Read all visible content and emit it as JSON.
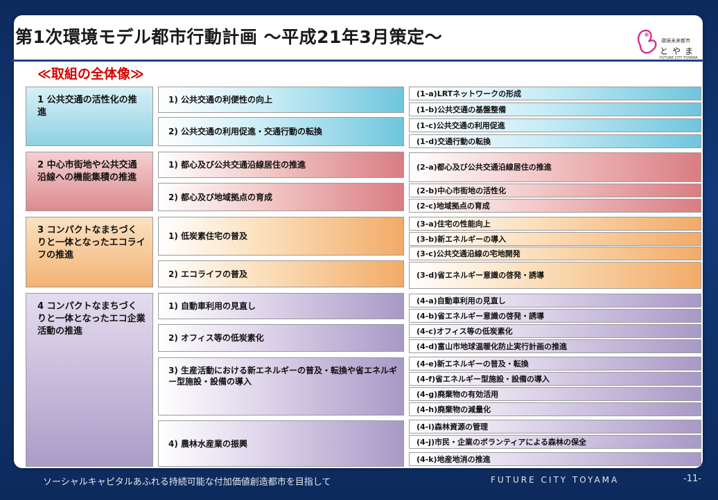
{
  "title": "第1次環境モデル都市行動計画 ～平成21年3月策定～",
  "subtitle": "≪取組の全体像≫",
  "logo": {
    "line1": "環境未来都市",
    "line2": "とやま",
    "line3": "FUTURE CITY TOYAMA"
  },
  "col1": [
    "1 公共交通の活性化の推進",
    "2 中心市街地や公共交通沿線への機能集積の推進",
    "3 コンパクトなまちづくりと一体となったエコライフの推進",
    "4 コンパクトなまちづくりと一体となったエコ企業活動の推進"
  ],
  "col2": [
    "1) 公共交通の利便性の向上",
    "2) 公共交通の利用促進・交通行動の転換",
    "1) 都心及び公共交通沿線居住の推進",
    "2) 都心及び地域拠点の育成",
    "1) 低炭素住宅の普及",
    "2) エコライフの普及",
    "1) 自動車利用の見直し",
    "2) オフィス等の低炭素化",
    "3) 生産活動における新エネルギーの普及・転換や省エネルギー型施設・設備の導入",
    "4) 農林水産業の振興"
  ],
  "col3": [
    "(1-a)LRTネットワークの形成",
    "(1-b)公共交通の基盤整備",
    "(1-c)公共交通の利用促進",
    "(1-d)交通行動の転換",
    "(2-a)都心及び公共交通沿線居住の推進",
    "(2-b)中心市街地の活性化",
    "(2-c)地域拠点の育成",
    "(3-a)住宅の性能向上",
    "(3-b)新エネルギーの導入",
    "(3-c)公共交通沿線の宅地開発",
    "(3-d)省エネルギー意識の啓発・誘導",
    "(4-a)自動車利用の見直し",
    "(4-b)省エネルギー意識の啓発・誘導",
    "(4-c)オフィス等の低炭素化",
    "(4-d)富山市地球温暖化防止実行計画の推進",
    "(4-e)新エネルギーの普及・転換",
    "(4-f)省エネルギー型施設・設備の導入",
    "(4-g)廃棄物の有効活用",
    "(4-h)廃棄物の減量化",
    "(4-i)森林資源の管理",
    "(4-j)市民・企業のボランティアによる森林の保全",
    "(4-k)地産地消の推進"
  ],
  "footer": {
    "text": "ソーシャルキャピタルあふれる持続可能な付加価値創造都市を目指して",
    "brand": "FUTURE CITY TOYAMA",
    "page": "-11-"
  },
  "colors": {
    "blue": "#6fc6dd",
    "red": "#d97d82",
    "orange": "#f2ab68",
    "purple": "#a899c6",
    "title_red": "#d40000"
  }
}
